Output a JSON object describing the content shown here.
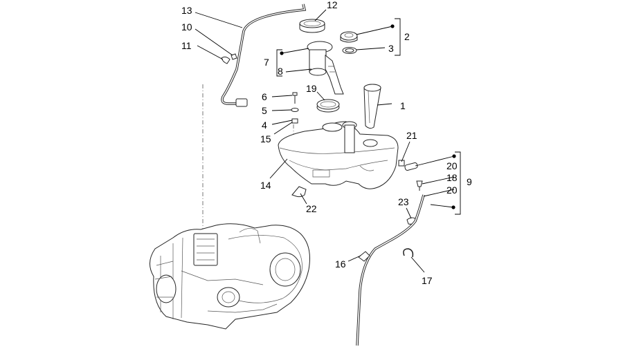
{
  "diagram": {
    "labels": {
      "l1": "1",
      "l2": "2",
      "l3": "3",
      "l4": "4",
      "l5": "5",
      "l6": "6",
      "l7": "7",
      "l8": "8",
      "l9": "9",
      "l10": "10",
      "l11": "11",
      "l12": "12",
      "l13": "13",
      "l14": "14",
      "l15": "15",
      "l16": "16",
      "l17": "17",
      "l18": "18",
      "l19": "19",
      "l20a": "20",
      "l20b": "20",
      "l21": "21",
      "l22": "22",
      "l23": "23"
    }
  }
}
